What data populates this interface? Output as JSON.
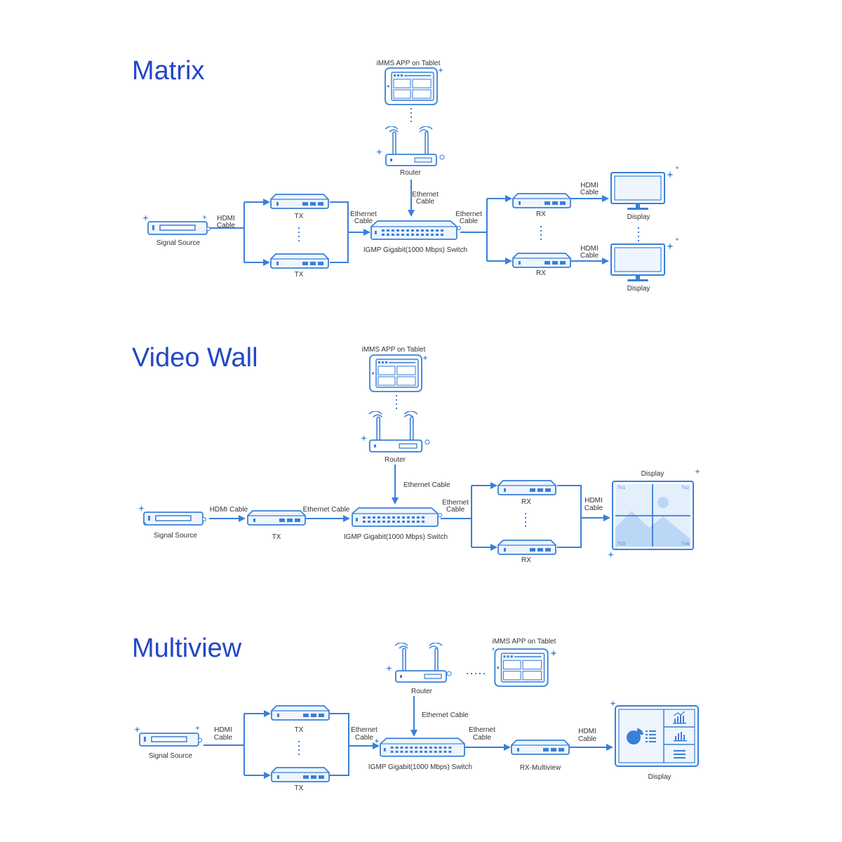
{
  "sections": {
    "matrix": {
      "title": "Matrix",
      "tablet": "iMMS APP on Tablet",
      "router": "Router",
      "eth_router": [
        "Ethernet",
        "Cable"
      ],
      "signal_source": "Signal Source",
      "hdmi_in": [
        "HDMI",
        "Cable"
      ],
      "tx_top": "TX",
      "tx_bottom": "TX",
      "eth_tx": [
        "Ethernet",
        "Cable"
      ],
      "switch": "IGMP Gigabit(1000 Mbps) Switch",
      "eth_rx": [
        "Ethernet",
        "Cable"
      ],
      "rx_top": "RX",
      "rx_bottom": "RX",
      "hdmi_out_top": [
        "HDMI",
        "Cable"
      ],
      "hdmi_out_bottom": [
        "HDMI",
        "Cable"
      ],
      "display_top": "Display",
      "display_bottom": "Display"
    },
    "videowall": {
      "title": "Video Wall",
      "tablet": "iMMS APP on Tablet",
      "router": "Router",
      "eth_router": "Ethernet Cable",
      "signal_source": "Signal Source",
      "hdmi_in": "HDMI Cable",
      "tx": "TX",
      "eth_tx": "Ethernet Cable",
      "switch": "IGMP Gigabit(1000 Mbps) Switch",
      "eth_rx": [
        "Ethernet",
        "Cable"
      ],
      "rx_top": "RX",
      "rx_bottom": "RX",
      "hdmi_out": [
        "HDMI",
        "Cable"
      ],
      "display": "Display",
      "tiles": [
        "TV1",
        "TV2",
        "TV3",
        "TV4"
      ]
    },
    "multiview": {
      "title": "Multiview",
      "tablet": "iMMS APP on Tablet",
      "router": "Router",
      "eth_router": "Ethernet Cable",
      "signal_source": "Signal Source",
      "hdmi_in": [
        "HDMI",
        "Cable"
      ],
      "tx_top": "TX",
      "tx_bottom": "TX",
      "eth_tx": [
        "Ethernet",
        "Cable"
      ],
      "switch": "IGMP Gigabit(1000 Mbps) Switch",
      "eth_rx": [
        "Ethernet",
        "Cable"
      ],
      "rx": "RX-Multiview",
      "hdmi_out": [
        "HDMI",
        "Cable"
      ],
      "display": "Display"
    }
  },
  "colors": {
    "title": "#2346c9",
    "line": "#3a7fd8",
    "device_fill": "#eef5fd",
    "text": "#333333"
  },
  "icons": [
    "tablet-icon",
    "router-icon",
    "signal-source-icon",
    "tx-icon",
    "rx-icon",
    "switch-icon",
    "display-icon",
    "video-wall-icon",
    "multiview-display-icon"
  ]
}
